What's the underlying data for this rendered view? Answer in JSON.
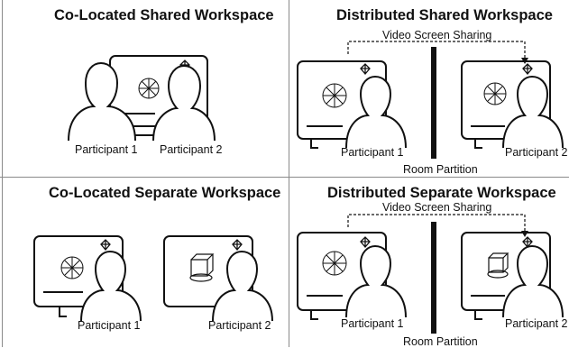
{
  "panels": [
    {
      "title": "Co-Located Shared Workspace",
      "participant1": "Participant 1",
      "participant2": "Participant 2"
    },
    {
      "title": "Distributed Shared Workspace",
      "sharing": "Video Screen Sharing",
      "participant1": "Participant 1",
      "participant2": "Participant 2",
      "partition": "Room Partition"
    },
    {
      "title": "Co-Located Separate Workspace",
      "participant1": "Participant 1",
      "participant2": "Participant 2"
    },
    {
      "title": "Distributed Separate Workspace",
      "sharing": "Video Screen Sharing",
      "participant1": "Participant 1",
      "participant2": "Participant 2",
      "partition": "Room Partition"
    }
  ]
}
